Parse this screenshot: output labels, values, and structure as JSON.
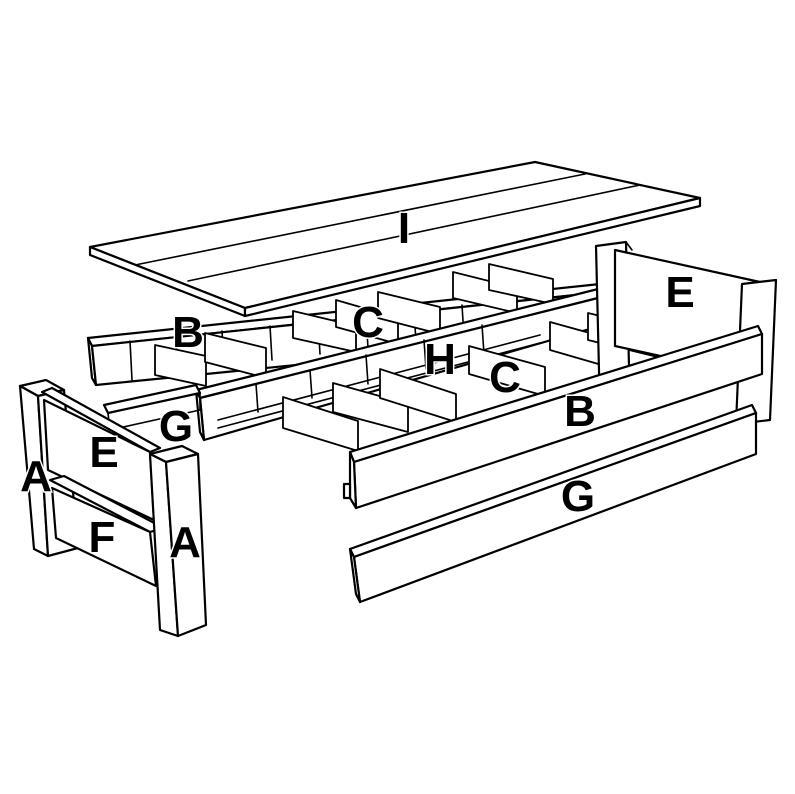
{
  "colors": {
    "line": "#000000",
    "fill": "#ffffff"
  },
  "parts": [
    {
      "id": "top-slats",
      "letter": "I"
    },
    {
      "id": "back-rail",
      "letter": "B"
    },
    {
      "id": "back-spacer",
      "letter": "C"
    },
    {
      "id": "center-rail",
      "letter": "H"
    },
    {
      "id": "front-spacer",
      "letter": "C"
    },
    {
      "id": "front-rail",
      "letter": "B"
    },
    {
      "id": "right-end-panel",
      "letter": "E"
    },
    {
      "id": "left-stretcher",
      "letter": "G"
    },
    {
      "id": "left-end-panel",
      "letter": "E"
    },
    {
      "id": "left-back-leg",
      "letter": "A"
    },
    {
      "id": "left-lower-panel",
      "letter": "F"
    },
    {
      "id": "left-front-leg",
      "letter": "A"
    },
    {
      "id": "front-stretcher",
      "letter": "G"
    }
  ]
}
